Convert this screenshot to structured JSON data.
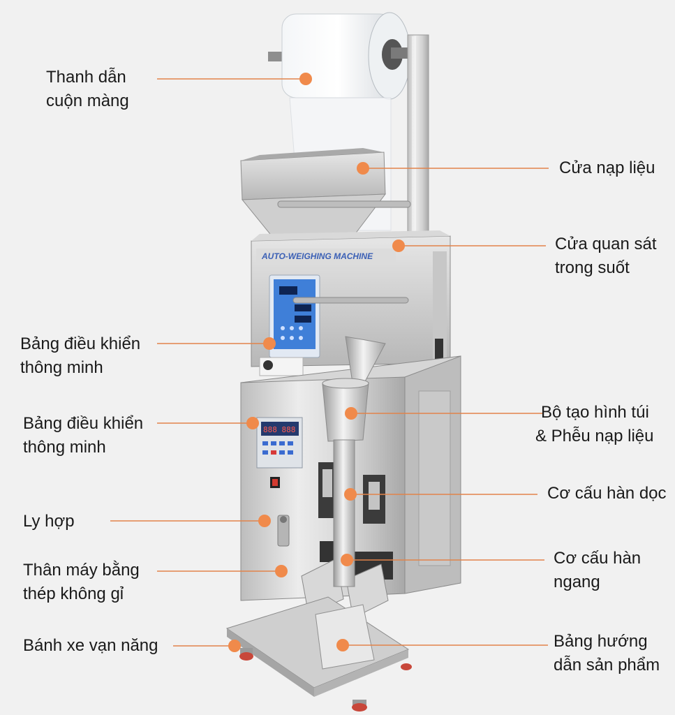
{
  "colors": {
    "background": "#f1f1f1",
    "leader_line": "#e2834a",
    "marker_dot": "#f08a4b",
    "steel_light": "#e3e3e3",
    "steel_mid": "#c9c9c9",
    "steel_dark": "#9c9c9c",
    "panel_blue": "#3f7fd8",
    "caster_red": "#d24a3c"
  },
  "machine": {
    "header_text": "AUTO-WEIGHING MACHINE",
    "lower_display_text": "888 888"
  },
  "labels": [
    {
      "id": "film-roll-shaft",
      "lines": [
        "Thanh dẫn",
        "cuộn màng"
      ],
      "side": "left"
    },
    {
      "id": "feed-door",
      "lines": [
        "Cửa nạp liệu"
      ],
      "side": "right"
    },
    {
      "id": "observation-window",
      "lines": [
        "Cửa quan sát",
        "trong suốt"
      ],
      "side": "right"
    },
    {
      "id": "smart-panel-upper",
      "lines": [
        "Bảng điều khiển",
        "thông minh"
      ],
      "side": "left"
    },
    {
      "id": "bag-former-hopper",
      "lines": [
        "Bộ tạo hình túi",
        "& Phễu nạp liệu"
      ],
      "side": "right"
    },
    {
      "id": "smart-panel-lower",
      "lines": [
        "Bảng điều khiển",
        "thông minh"
      ],
      "side": "left"
    },
    {
      "id": "vertical-sealer",
      "lines": [
        "Cơ cấu hàn dọc"
      ],
      "side": "right"
    },
    {
      "id": "clutch",
      "lines": [
        "Ly hợp"
      ],
      "side": "left"
    },
    {
      "id": "stainless-body",
      "lines": [
        "Thân máy bằng",
        "thép không gỉ"
      ],
      "side": "left"
    },
    {
      "id": "horizontal-sealer",
      "lines": [
        "Cơ cấu hàn",
        "ngang"
      ],
      "side": "right"
    },
    {
      "id": "universal-wheel",
      "lines": [
        "Bánh xe vạn năng"
      ],
      "side": "left"
    },
    {
      "id": "product-guide",
      "lines": [
        "Bảng hướng",
        "dẫn sản phẩm"
      ],
      "side": "right"
    }
  ]
}
